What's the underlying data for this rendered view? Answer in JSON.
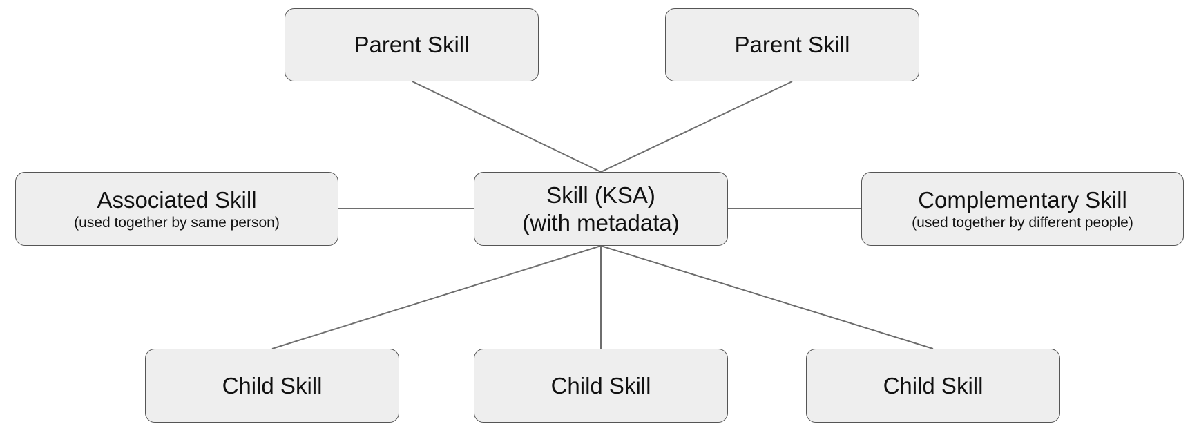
{
  "diagram": {
    "center": {
      "line1": "Skill (KSA)",
      "line2": "(with metadata)"
    },
    "parents": [
      {
        "label": "Parent Skill"
      },
      {
        "label": "Parent Skill"
      }
    ],
    "associated": {
      "label": "Associated Skill",
      "note": "(used together by same person)"
    },
    "complementary": {
      "label": "Complementary Skill",
      "note": "(used together by different people)"
    },
    "children": [
      {
        "label": "Child Skill"
      },
      {
        "label": "Child Skill"
      },
      {
        "label": "Child Skill"
      }
    ],
    "colors": {
      "node_fill": "#eeeeee",
      "node_border": "#555555",
      "connector": "#6e6e6e",
      "text": "#111111"
    }
  }
}
